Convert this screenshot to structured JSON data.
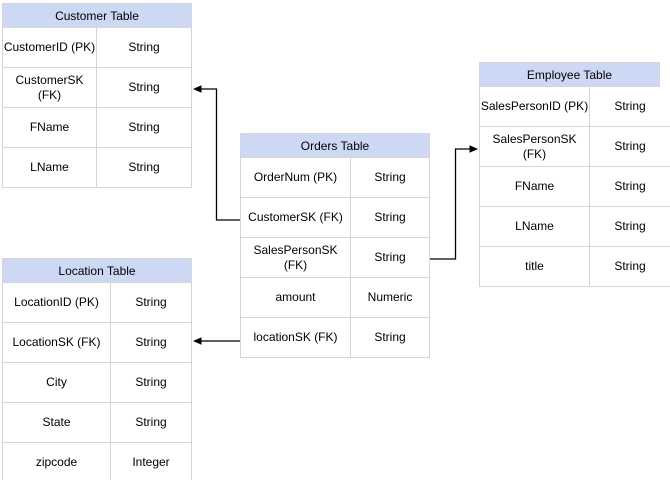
{
  "diagram": {
    "tables": [
      {
        "title": "Customer Table",
        "rows": [
          {
            "field": "CustomerID (PK)",
            "type": "String"
          },
          {
            "field": "CustomerSK (FK)",
            "type": "String"
          },
          {
            "field": "FName",
            "type": "String"
          },
          {
            "field": "LName",
            "type": "String"
          }
        ]
      },
      {
        "title": "Orders Table",
        "rows": [
          {
            "field": "OrderNum (PK)",
            "type": "String"
          },
          {
            "field": "CustomerSK (FK)",
            "type": "String"
          },
          {
            "field": "SalesPersonSK (FK)",
            "type": "String"
          },
          {
            "field": "amount",
            "type": "Numeric"
          },
          {
            "field": "locationSK (FK)",
            "type": "String"
          }
        ]
      },
      {
        "title": "Employee Table",
        "rows": [
          {
            "field": "SalesPersonID (PK)",
            "type": "String"
          },
          {
            "field": "SalesPersonSK (FK)",
            "type": "String"
          },
          {
            "field": "FName",
            "type": "String"
          },
          {
            "field": "LName",
            "type": "String"
          },
          {
            "field": "title",
            "type": "String"
          }
        ]
      },
      {
        "title": "Location Table",
        "rows": [
          {
            "field": "LocationID (PK)",
            "type": "String"
          },
          {
            "field": "LocationSK (FK)",
            "type": "String"
          },
          {
            "field": "City",
            "type": "String"
          },
          {
            "field": "State",
            "type": "String"
          },
          {
            "field": "zipcode",
            "type": "Integer"
          }
        ]
      }
    ],
    "relationships": [
      {
        "from": "Orders Table.CustomerSK (FK)",
        "to": "Customer Table.CustomerSK (FK)"
      },
      {
        "from": "Orders Table.SalesPersonSK (FK)",
        "to": "Employee Table.SalesPersonSK (FK)"
      },
      {
        "from": "Orders Table.locationSK (FK)",
        "to": "Location Table.LocationSK (FK)"
      }
    ],
    "colors": {
      "header_fill": "#cdd9f4",
      "table_border": "#d5d5d5",
      "connector": "#000000"
    }
  }
}
